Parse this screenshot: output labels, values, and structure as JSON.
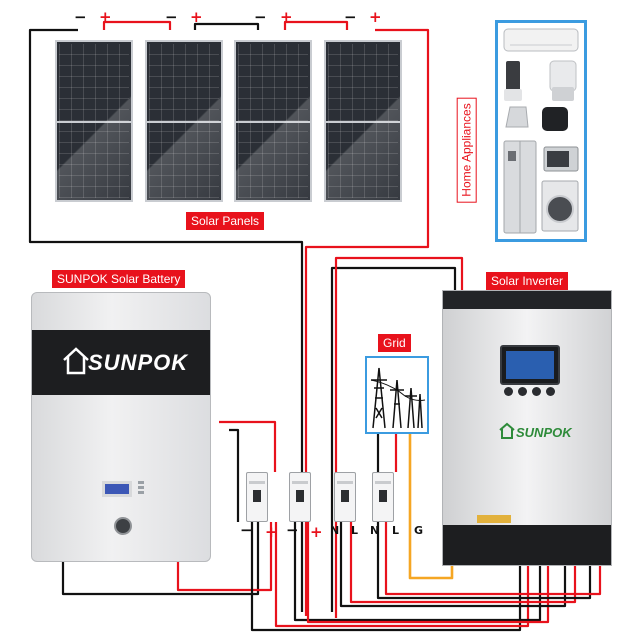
{
  "labels": {
    "solar_panels": "Solar Panels",
    "battery": "SUNPOK Solar Battery",
    "inverter": "Solar Inverter",
    "grid": "Grid",
    "appliances": "Home Appliances"
  },
  "brand": {
    "battery_logo": "SUNPOK",
    "inverter_logo": "SUNPOK"
  },
  "panel_polarity": {
    "neg": "−",
    "pos": "+"
  },
  "breaker_terminals": [
    "−",
    "+",
    "−",
    "+",
    "N",
    "L",
    "N",
    "L",
    "G"
  ],
  "colors": {
    "label_red": "#e8121c",
    "wire_red": "#e8121c",
    "wire_black": "#111111",
    "wire_orange": "#f5a623",
    "appliance_border": "#3b9be0"
  },
  "icons": {
    "appliances": [
      "air-conditioner-icon",
      "blender-icon",
      "food-processor-icon",
      "kettle-icon",
      "air-fryer-icon",
      "oven-icon",
      "refrigerator-icon",
      "washing-machine-icon"
    ],
    "grid": "power-tower-icon"
  }
}
